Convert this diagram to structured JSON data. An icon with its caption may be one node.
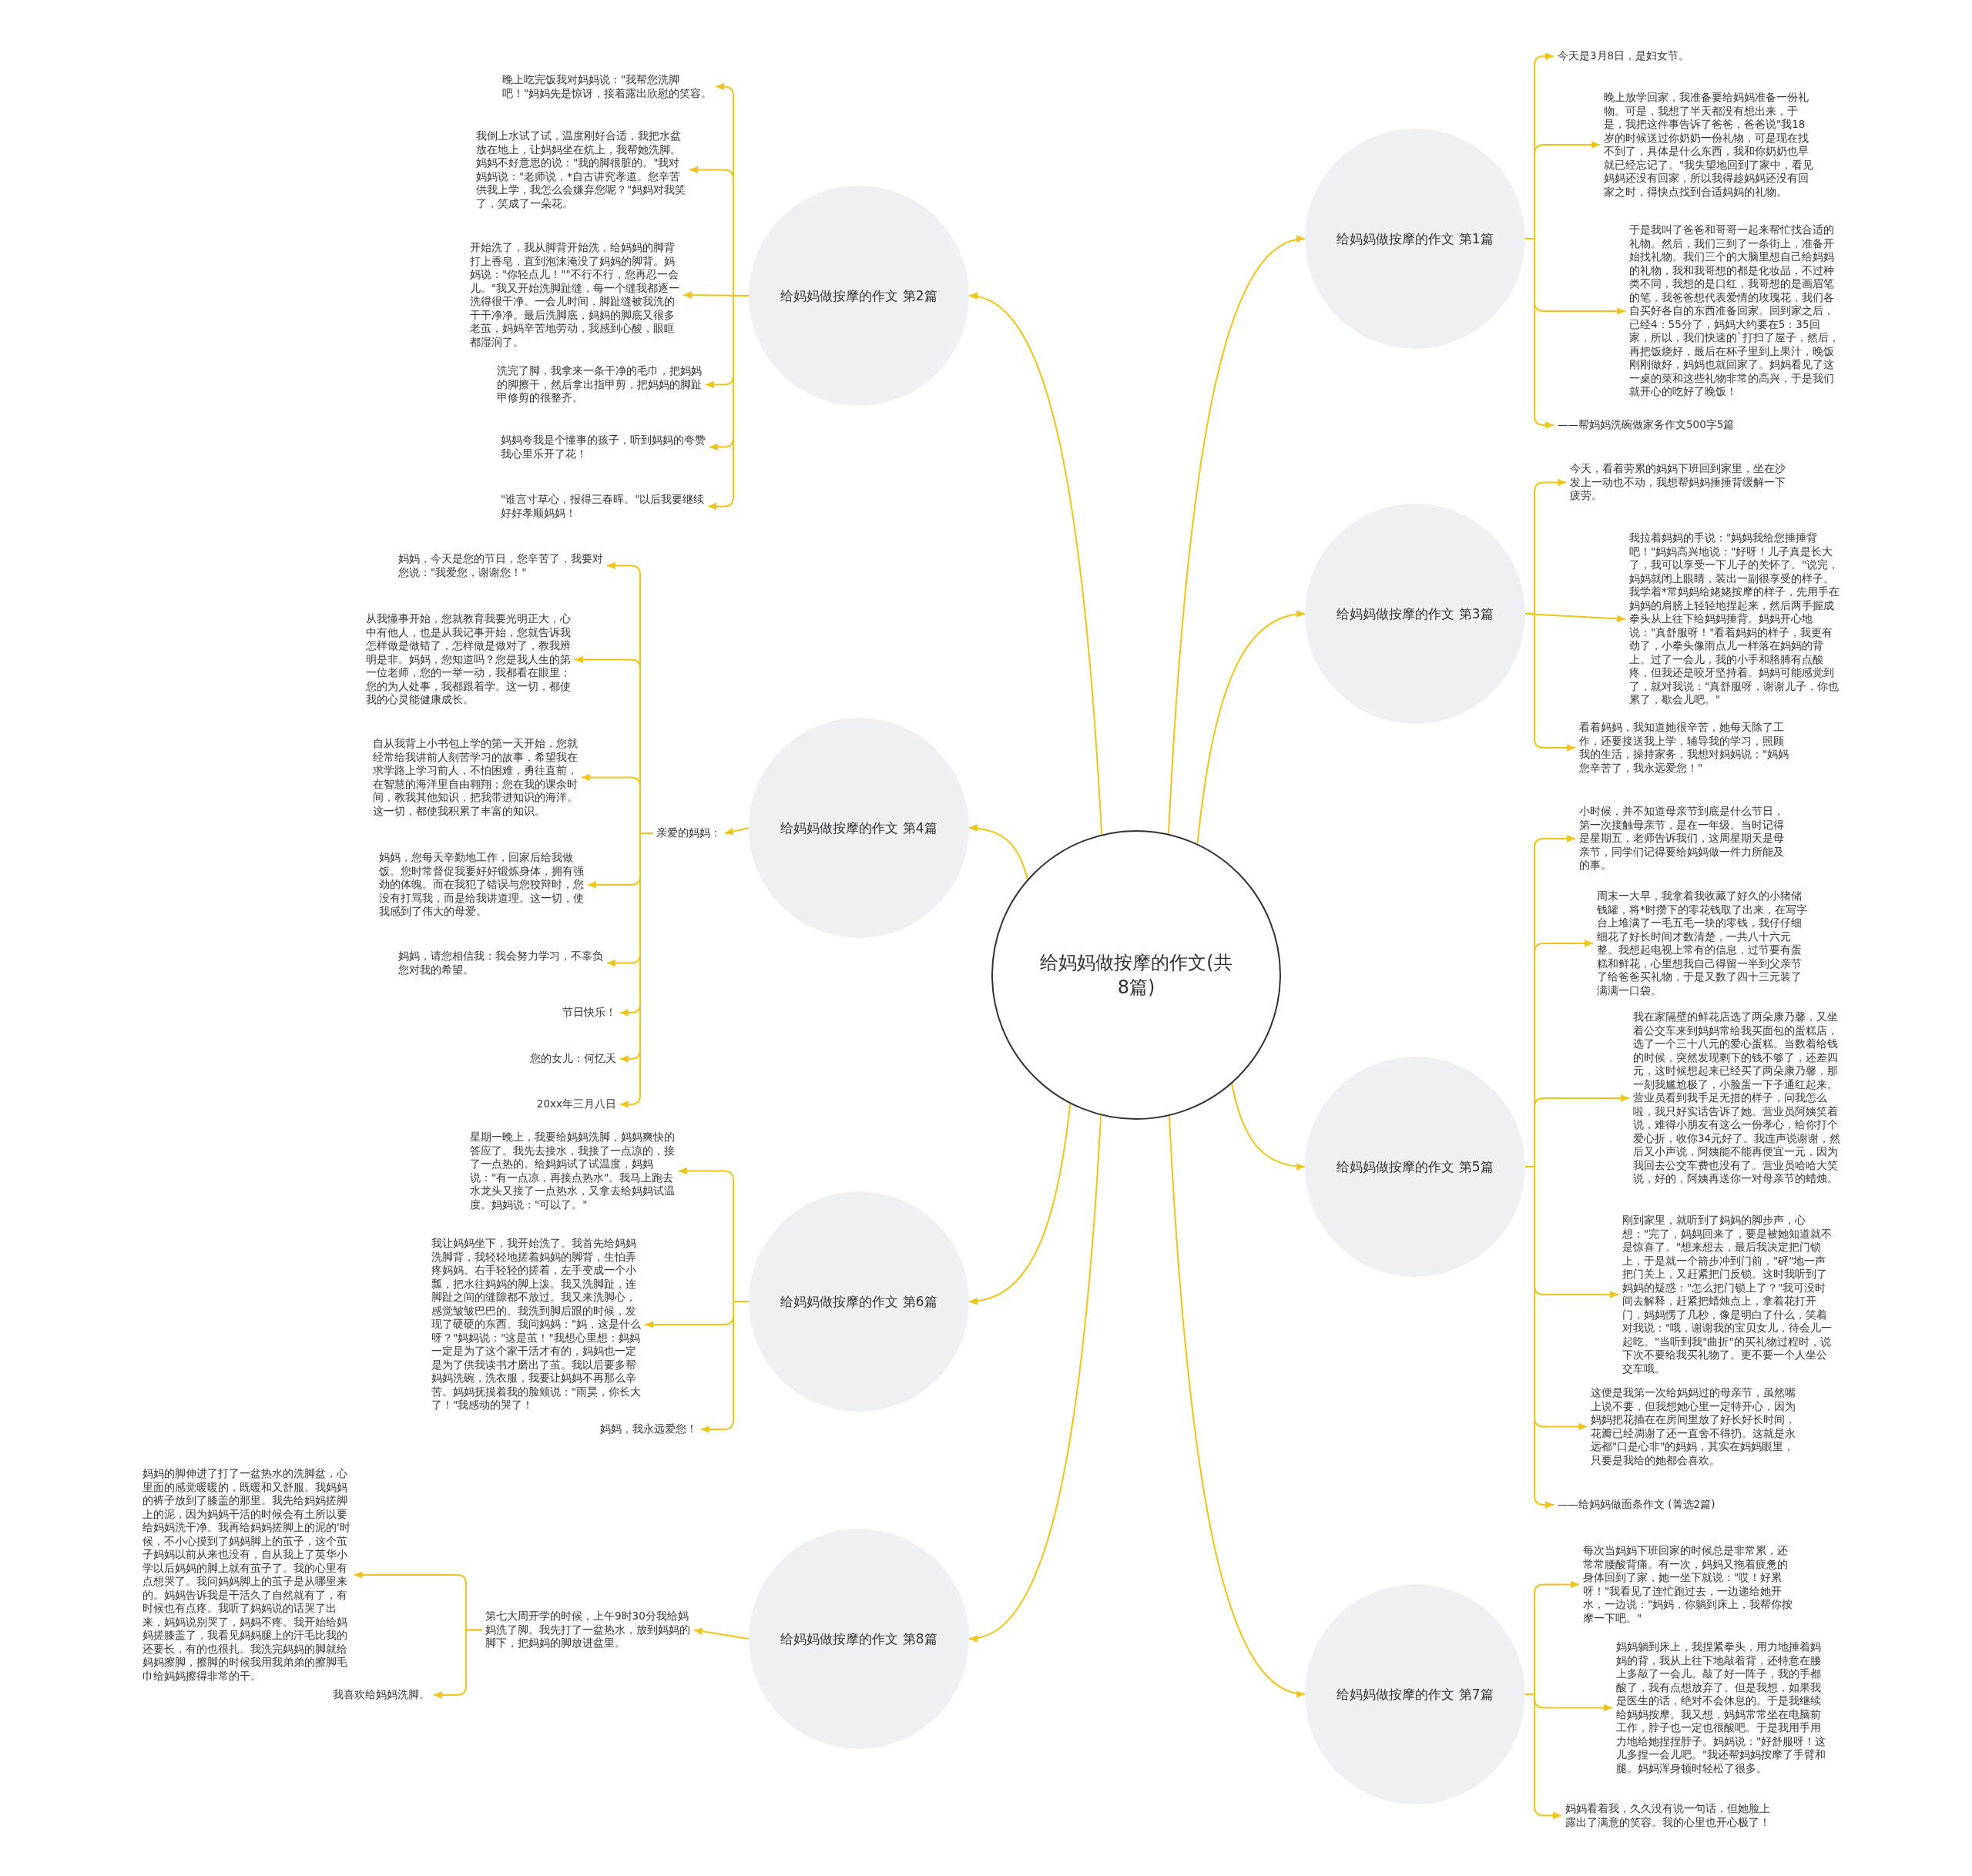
{
  "diagram": {
    "nodes": [
      {
        "text": [
          "给妈妈做按摩的作文(共8篇)"
        ]
      },
      {
        "text": [
          "给妈妈做按摩的作文 第1篇"
        ]
      },
      {
        "text": [
          "今天是3月8日，是妇女节。"
        ]
      },
      {
        "text": [
          "晚上放学回家，我准备要给妈妈准备一份礼物。可是，我想了半天都没有想出来，于是，我把这件事告诉了爸爸，爸爸说\"我18岁的时候送过你奶奶一份礼物，可是现在找不到了，具体是什么东西，我和你奶奶也早就已经忘记了。\"我失望地回到了家中，看见妈妈还没有回家，所以我得趁妈妈还没有回家之时，得快点找到合适妈妈的礼物。"
        ]
      },
      {
        "text": [
          "于是我叫了爸爸和哥哥一起来帮忙找合适的礼物。然后，我们三到了一条街上，准备开始找礼物。我们三个的大脑里想自己给妈妈的礼物，我和我哥想的都是化妆品，不过种类不同，我想的是口红，我哥想的是画眉笔的笔，我爸爸想代表爱情的玫瑰花，我们各自买好各自的东西准备回家。回到家之后，已经4：55分了，妈妈大约要在5：35回家，所以，我们快速的`打扫了屋子，然后，再把饭烧好，最后在杯子里到上果汁，晚饭刚刚做好，妈妈也就回家了。妈妈看见了这一桌的菜和这些礼物非常的高兴，于是我们就开心的吃好了晚饭！"
        ]
      },
      {
        "text": [
          "——帮妈妈洗碗做家务作文500字5篇"
        ]
      },
      {
        "text": [
          "给妈妈做按摩的作文 第2篇"
        ]
      },
      {
        "text": [
          "晚上吃完饭我对妈妈说：\"我帮您洗脚吧！\"妈妈先是惊讶，接着露出欣慰的笑容。"
        ]
      },
      {
        "text": [
          "我倒上水试了试，温度刚好合适，我把水盆放在地上，让妈妈坐在炕上，我帮她洗脚。妈妈不好意思的说：\"我的脚很脏的。\"我对妈妈说：\"老师说，*自古讲究孝道。您辛苦供我上学，我怎么会嫌弃您呢？\"妈妈对我笑了，笑成了一朵花。"
        ]
      },
      {
        "text": [
          "开始洗了，我从脚背开始洗，给妈妈的脚背打上香皂，直到泡沫淹没了妈妈的脚背。妈妈说：\"你轻点儿！\"\"不行不行，您再忍一会儿。\"我又开始洗脚趾缝，每一个缝我都逐一洗得很干净。一会儿时间，脚趾缝被我洗的干干净净。最后洗脚底，妈妈的脚底又很多老茧，妈妈辛苦地劳动，我感到心酸，眼眶都湿润了。"
        ]
      },
      {
        "text": [
          "洗完了脚，我拿来一条干净的毛巾，把妈妈的脚擦干，然后拿出指甲剪，把妈妈的脚趾甲修剪的很整齐。"
        ]
      },
      {
        "text": [
          "妈妈夸我是个懂事的孩子，听到妈妈的夸赞我心里乐开了花！"
        ]
      },
      {
        "text": [
          "\"谁言寸草心，报得三春晖。\"以后我要继续好好孝顺妈妈！"
        ]
      },
      {
        "text": [
          "给妈妈做按摩的作文 第3篇"
        ]
      },
      {
        "text": [
          "今天，看着劳累的妈妈下班回到家里，坐在沙发上一动也不动，我想帮妈妈捶捶背缓解一下疲劳。"
        ]
      },
      {
        "text": [
          "我拉着妈妈的手说：\"妈妈我给您捶捶背吧！\"妈妈高兴地说：\"好呀！儿子真是长大了，我可以享受一下儿子的关怀了。\"说完，妈妈就闭上眼睛，装出一副很享受的样子。我学着*常妈妈给姥姥按摩的样子，先用手在妈妈的肩膀上轻轻地捏起来，然后两手握成拳头从上往下给妈妈捶背。妈妈开心地说：\"真舒服呀！\"看着妈妈的样子，我更有劲了，小拳头像雨点儿一样落在妈妈的背上。过了一会儿，我的小手和胳膊有点酸疼，但我还是咬牙坚持着。妈妈可能感觉到了，就对我说：\"真舒服呀，谢谢儿子，你也累了，歇会儿吧。\""
        ]
      },
      {
        "text": [
          "看着妈妈，我知道她很辛苦，她每天除了工作，还要接送我上学，辅导我的学习，照顾我的生活，操持家务，我想对妈妈说：\"妈妈您辛苦了，我永远爱您！\""
        ]
      },
      {
        "text": [
          "给妈妈做按摩的作文 第4篇"
        ]
      },
      {
        "text": [
          "亲爱的妈妈："
        ]
      },
      {
        "text": [
          "妈妈，今天是您的节日，您辛苦了，我要对您说：\"我爱您，谢谢您！\""
        ]
      },
      {
        "text": [
          "从我懂事开始，您就教育我要光明正大，心中有他人，也是从我记事开始，您就告诉我怎样做是做错了，怎样做是做对了，教我辨明是非。妈妈，您知道吗？您是我人生的第一位老师，您的一举一动，我都看在眼里；您的为人处事，我都跟着学。这一切，都使我的心灵能健康成长。"
        ]
      },
      {
        "text": [
          "自从我背上小书包上学的第一天开始，您就经常给我讲前人刻苦学习的故事，希望我在求学路上学习前人，不怕困难，勇往直前，在智慧的海洋里自由翱翔；您在我的课余时间，教我其他知识，把我带进知识的海洋。这一切，都使我积累了丰富的知识。"
        ]
      },
      {
        "text": [
          "妈妈，您每天辛勤地工作，回家后给我做饭。您时常督促我要好好锻炼身体，拥有强劲的体魄。而在我犯了错误与您狡辩时，您没有打骂我，而是给我讲道理。这一切，使我感到了伟大的母爱。"
        ]
      },
      {
        "text": [
          "妈妈，请您相信我：我会努力学习，不辜负您对我的希望。"
        ]
      },
      {
        "text": [
          "节日快乐！"
        ]
      },
      {
        "text": [
          "您的女儿：何忆天"
        ]
      },
      {
        "text": [
          "20xx年三月八日"
        ]
      },
      {
        "text": [
          "给妈妈做按摩的作文 第5篇"
        ]
      },
      {
        "text": [
          "小时候，并不知道母亲节到底是什么节日，第一次接触母亲节，是在一年级。当时记得是星期五，老师告诉我们，这周星期天是母亲节，同学们记得要给妈妈做一件力所能及的事。"
        ]
      },
      {
        "text": [
          "周末一大早，我拿着我收藏了好久的小猪储钱罐，将*时攒下的零花钱取了出来，在写字台上堆满了一毛五毛一块的零钱，我仔仔细细花了好长时间才数清楚，一共八十六元整。我想起电视上常有的信息，过节要有蛋糕和鲜花，心里想我自己得留一半到父亲节了给爸爸买礼物，于是又数了四十三元装了满满一口袋。"
        ]
      },
      {
        "text": [
          "我在家隔壁的鲜花店选了两朵康乃馨，又坐着公交车来到妈妈常给我买面包的蛋糕店，选了一个三十八元的爱心蛋糕。当数着给钱的时候，突然发现剩下的钱不够了，还差四元，这时候想起来已经买了两朵康乃馨，那一刻我尴尬极了，小脸蛋一下子通红起来。营业员看到我手足无措的样子，问我怎么啦，我只好实话告诉了她。营业员阿姨笑着说，难得小朋友有这么一份孝心，给你打个爱心折，收你34元好了。我连声说谢谢，然后又小声说，阿姨能不能再便宜一元，因为我回去公交车费也没有了。营业员哈哈大笑说，好的，阿姨再送你一对母亲节的蜡烛。"
        ]
      },
      {
        "text": [
          "刚到家里，就听到了妈妈的脚步声，心想：\"完了，妈妈回来了，要是被她知道就不是惊喜了。\"想来想去，最后我决定把门锁上，于是就一个箭步冲到门前，\"砰\"地一声把门关上，又赶紧把门反锁。这时我听到了妈妈的疑惑：\"怎么把门锁上了？\"我可没时间去解释，赶紧把蜡烛点上，拿着花打开门，妈妈愣了几秒，像是明白了什么，笑着对我说：\"哦，谢谢我的宝贝女儿，待会儿一起吃。\"当听到我\"曲折\"的买礼物过程时，说下次不要给我买礼物了。更不要一个人坐公交车哦。"
        ]
      },
      {
        "text": [
          "这便是我第一次给妈妈过的母亲节，虽然嘴上说不要，但我想她心里一定特开心，因为妈妈把花插在在房间里放了好长好长时间，花瓣已经凋谢了还一直舍不得扔。这就是永远都\"口是心非\"的妈妈，其实在妈妈眼里，只要是我给的她都会喜欢。"
        ]
      },
      {
        "text": [
          "——给妈妈做面条作文 (菁选2篇)"
        ]
      },
      {
        "text": [
          "给妈妈做按摩的作文 第6篇"
        ]
      },
      {
        "text": [
          "星期一晚上，我要给妈妈洗脚，妈妈爽快的答应了。我先去接水，我接了一点凉的，接了一点热的。给妈妈试了试温度，妈妈说：\"有一点凉，再接点热水\"。我马上跑去水龙头又接了一点热水，又拿去给妈妈试温度。妈妈说：\"可以了。\""
        ]
      },
      {
        "text": [
          "我让妈妈坐下，我开始洗了。我首先给妈妈洗脚背，我轻轻地搓着妈妈的脚背，生怕弄疼妈妈。右手轻轻的搓着，左手变成一个小瓢，把水往妈妈的脚上泼。我又洗脚趾，连脚趾之间的缝隙都不放过。我又来洗脚心，感觉皱皱巴巴的。我洗到脚后跟的时候，发现了硬硬的东西。我问妈妈：\"妈，这是什么呀？\"妈妈说：\"这是茧！\"我想心里想：妈妈一定是为了这个家干活才有的，妈妈也一定是为了供我读书才磨出了茧。我以后要多帮妈妈洗碗，洗衣服，我要让妈妈不再那么辛苦。妈妈抚摸着我的脸颊说：\"雨昊，你长大了！\"我感动的哭了！"
        ]
      },
      {
        "text": [
          "妈妈，我永远爱您！"
        ]
      },
      {
        "text": [
          "给妈妈做按摩的作文 第7篇"
        ]
      },
      {
        "text": [
          "每次当妈妈下班回家的时候总是非常累，还常常腰酸背痛。有一次，妈妈又拖着疲惫的身体回到了家，她一坐下就说：\"哎！好累呀！\"我看见了连忙跑过去，一边递给她开水，一边说：\"妈妈，你躺到床上，我帮你按摩一下吧。\""
        ]
      },
      {
        "text": [
          "妈妈躺到床上，我捏紧拳头，用力地捶着妈妈的背，我从上往下地敲着背，还特意在腰上多敲了一会儿。敲了好一阵子，我的手都酸了，我有点想放弃了。但是我想，如果我是医生的话，绝对不会休息的。于是我继续给妈妈按摩。我又想，妈妈常常坐在电脑前工作，脖子也一定也很酸吧。于是我用手用力地给她捏捏脖子。妈妈说：\"好舒服呀！这儿多捏一会儿吧。\"我还帮妈妈按摩了手臂和腿。妈妈浑身顿时轻松了很多。"
        ]
      },
      {
        "text": [
          "妈妈看着我，久久没有说一句话，但她脸上露出了满意的笑容。我的心里也开心极了！"
        ]
      },
      {
        "text": [
          "给妈妈做按摩的作文 第8篇"
        ]
      },
      {
        "text": [
          "第七大周开学的时候，上午9时30分我给妈妈洗了脚。我先打了一盆热水，放到妈妈的脚下，把妈妈的脚放进盆里。"
        ]
      },
      {
        "text": [
          "妈妈的脚伸进了打了一盆热水的洗脚盆，心里面的感觉暖暖的，既暖和又舒服。我妈妈的裤子放到了膝盖的那里。我先给妈妈搓脚上的泥，因为妈妈干活的时候会有土所以要给妈妈洗干净。我再给妈妈搓脚上的泥的'时候，不小心摸到了妈妈脚上的茧子，这个茧子妈妈以前从来也没有，自从我上了英华小学以后妈妈的脚上就有茧子了。我的心里有点想哭了。我问妈妈脚上的茧子是从哪里来的。妈妈告诉我是干活久了自然就有了，有时候也有点疼。我听了妈妈说的话哭了出来，妈妈说别哭了，妈妈不疼。我开始给妈妈搓膝盖了，我看见妈妈腿上的汗毛比我的还要长，有的也很扎。我洗完妈妈的脚就给妈妈擦脚，擦脚的时候我用我弟弟的擦脚毛巾给妈妈擦得非常的干。"
        ]
      },
      {
        "text": [
          "我喜欢给妈妈洗脚。"
        ]
      }
    ],
    "edges": [
      {
        "from": 0,
        "to": 1,
        "arrow": "to"
      },
      {
        "from": 0,
        "to": 6,
        "arrow": "to"
      },
      {
        "from": 0,
        "to": 13,
        "arrow": "to"
      },
      {
        "from": 0,
        "to": 17,
        "arrow": "to"
      },
      {
        "from": 0,
        "to": 27,
        "arrow": "to"
      },
      {
        "from": 0,
        "to": 34,
        "arrow": "to"
      },
      {
        "from": 0,
        "to": 38,
        "arrow": "to"
      },
      {
        "from": 0,
        "to": 42,
        "arrow": "to"
      },
      {
        "from": 1,
        "to": 2,
        "arrow": "to"
      },
      {
        "from": 1,
        "to": 3,
        "arrow": "to"
      },
      {
        "from": 1,
        "to": 4,
        "arrow": "to"
      },
      {
        "from": 1,
        "to": 5,
        "arrow": "to"
      },
      {
        "from": 6,
        "to": 7,
        "arrow": "to"
      },
      {
        "from": 6,
        "to": 8,
        "arrow": "to"
      },
      {
        "from": 6,
        "to": 9,
        "arrow": "to"
      },
      {
        "from": 6,
        "to": 10,
        "arrow": "to"
      },
      {
        "from": 6,
        "to": 11,
        "arrow": "to"
      },
      {
        "from": 6,
        "to": 12,
        "arrow": "to"
      },
      {
        "from": 13,
        "to": 14,
        "arrow": "to"
      },
      {
        "from": 13,
        "to": 15,
        "arrow": "to"
      },
      {
        "from": 13,
        "to": 16,
        "arrow": "to"
      },
      {
        "from": 17,
        "to": 18,
        "arrow": "to"
      },
      {
        "from": 18,
        "to": 19,
        "arrow": "to"
      },
      {
        "from": 18,
        "to": 20,
        "arrow": "to"
      },
      {
        "from": 18,
        "to": 21,
        "arrow": "to"
      },
      {
        "from": 18,
        "to": 22,
        "arrow": "to"
      },
      {
        "from": 18,
        "to": 23,
        "arrow": "to"
      },
      {
        "from": 18,
        "to": 24,
        "arrow": "to"
      },
      {
        "from": 18,
        "to": 25,
        "arrow": "to"
      },
      {
        "from": 18,
        "to": 26,
        "arrow": "to"
      },
      {
        "from": 27,
        "to": 28,
        "arrow": "to"
      },
      {
        "from": 27,
        "to": 29,
        "arrow": "to"
      },
      {
        "from": 27,
        "to": 30,
        "arrow": "to"
      },
      {
        "from": 27,
        "to": 31,
        "arrow": "to"
      },
      {
        "from": 27,
        "to": 32,
        "arrow": "to"
      },
      {
        "from": 27,
        "to": 33,
        "arrow": "to"
      },
      {
        "from": 34,
        "to": 35,
        "arrow": "to"
      },
      {
        "from": 34,
        "to": 36,
        "arrow": "to"
      },
      {
        "from": 34,
        "to": 37,
        "arrow": "to"
      },
      {
        "from": 38,
        "to": 39,
        "arrow": "to"
      },
      {
        "from": 38,
        "to": 40,
        "arrow": "to"
      },
      {
        "from": 38,
        "to": 41,
        "arrow": "to"
      },
      {
        "from": 42,
        "to": 43,
        "arrow": "to"
      },
      {
        "from": 43,
        "to": 44,
        "arrow": "to"
      },
      {
        "from": 43,
        "to": 45,
        "arrow": "to"
      }
    ]
  }
}
